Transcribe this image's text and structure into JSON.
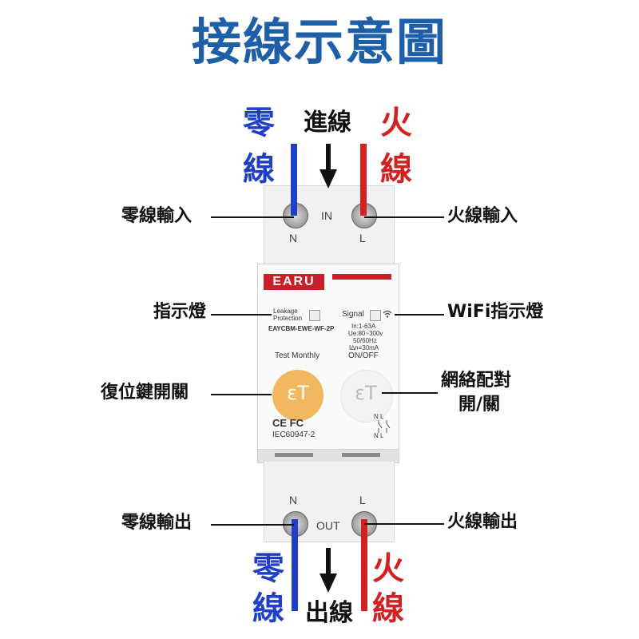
{
  "title": "接線示意圖",
  "top_left_wire_label": [
    "零",
    "線"
  ],
  "top_center_label": "進線",
  "top_right_wire_label": [
    "火",
    "線"
  ],
  "bottom_left_wire_label": [
    "零",
    "線"
  ],
  "bottom_center_label": "出線",
  "bottom_right_wire_label": [
    "火",
    "線"
  ],
  "callouts": {
    "neutral_in": "零線輸入",
    "live_in": "火線輸入",
    "indicator": "指示燈",
    "wifi_indicator": "WiFi指示燈",
    "reset_switch": "復位鍵開關",
    "pairing_switch_line1": "網絡配對",
    "pairing_switch_line2": "開/關",
    "neutral_out": "零線輸出",
    "live_out": "火線輸出"
  },
  "device": {
    "brand": "EARU",
    "in_label": "IN",
    "out_label": "OUT",
    "n_label": "N",
    "l_label": "L",
    "leakage": "Leakage",
    "protection": "Protection",
    "model": "EAYCBM-EWE-WF-2P",
    "signal": "Signal",
    "spec1": "In:1-63A",
    "spec2": "Ue:80~300v",
    "spec3": "50/60Hz",
    "spec4": "I∆n=30mA",
    "test_monthly": "Test Monthly",
    "on_off": "ON/OFF",
    "btn_glyph": "εT",
    "cert": "CE FC",
    "standard": "IEC60947-2",
    "nl_top": "N L",
    "nl_bottom": "N L"
  },
  "colors": {
    "title": "#1d5fa8",
    "neutral_wire": "#1f3fc6",
    "live_wire": "#d42020",
    "brand_red": "#c8202a",
    "reset_button": "#f2b860"
  },
  "icons": [
    "arrow-down-icon",
    "wifi-icon",
    "screw-terminal-icon",
    "led-indicator-icon"
  ]
}
